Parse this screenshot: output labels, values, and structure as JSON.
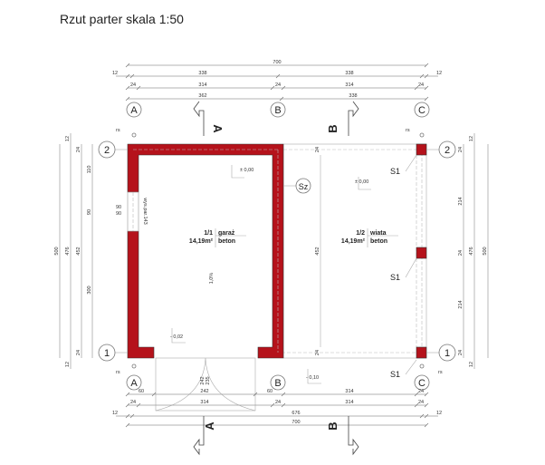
{
  "title": "Rzut parter skala 1:50",
  "axes": {
    "A": "A",
    "B": "B",
    "C": "C",
    "r1": "1",
    "r2": "2",
    "sz": "Sz"
  },
  "sections": {
    "a": "A",
    "b": "B"
  },
  "rs": "rs",
  "top_dims": {
    "overall": "700",
    "half1": "338",
    "half2": "338",
    "end_l": "12",
    "end_r": "12",
    "w1": "24",
    "s1": "314",
    "w2": "24",
    "s2": "314",
    "w3": "24",
    "axis1": "362",
    "axis2": "338"
  },
  "bottom_dims": {
    "a": "60",
    "door": "242",
    "b": "60",
    "s2": "314",
    "w3": "24",
    "w1": "24",
    "s1": "314",
    "w2": "24",
    "s3": "314",
    "w4": "24",
    "end_l": "12",
    "mid": "676",
    "end_r": "12",
    "overall": "700",
    "door_h1": "242",
    "door_h2": "235"
  },
  "left_dims": {
    "o": "500",
    "m": "476",
    "i": "452",
    "a": "110",
    "b": "90",
    "c": "300",
    "e1": "12",
    "e2": "12",
    "w1": "24",
    "w2": "24",
    "win1": "90",
    "win2": "90",
    "window_label": "wys.par.143"
  },
  "right_dims": {
    "o": "500",
    "m": "476",
    "a": "214",
    "b": "214",
    "w1": "24",
    "w2": "24",
    "w3": "24",
    "e1": "12",
    "e2": "12",
    "inner": "452",
    "w_top": "24",
    "w_bot": "24"
  },
  "rooms": [
    {
      "num": "1/1",
      "name": "garaż",
      "area": "14,19m²",
      "floor": "beton"
    },
    {
      "num": "1/2",
      "name": "wiata",
      "area": "14,19m²",
      "floor": "beton"
    }
  ],
  "levels": {
    "garage": "± 0,00",
    "wiata": "± 0,00",
    "slope": "1,0%",
    "entry": "- 0,02",
    "outside": "- 0,10"
  },
  "posts": {
    "s1": "S1"
  }
}
